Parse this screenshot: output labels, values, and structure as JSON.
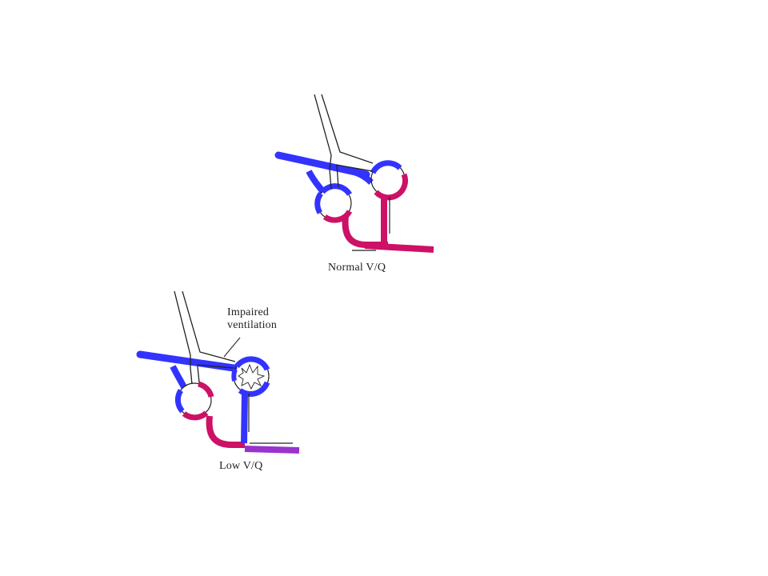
{
  "colors": {
    "venous_blood": "#3333ff",
    "arterial_blood": "#cc1166",
    "mixed_blood": "#9933cc",
    "airway_outline": "#222222"
  },
  "diagrams": {
    "normal": {
      "label": "Normal V/Q"
    },
    "low": {
      "label": "Low V/Q",
      "annotation_line1": "Impaired",
      "annotation_line2": "ventilation"
    }
  }
}
